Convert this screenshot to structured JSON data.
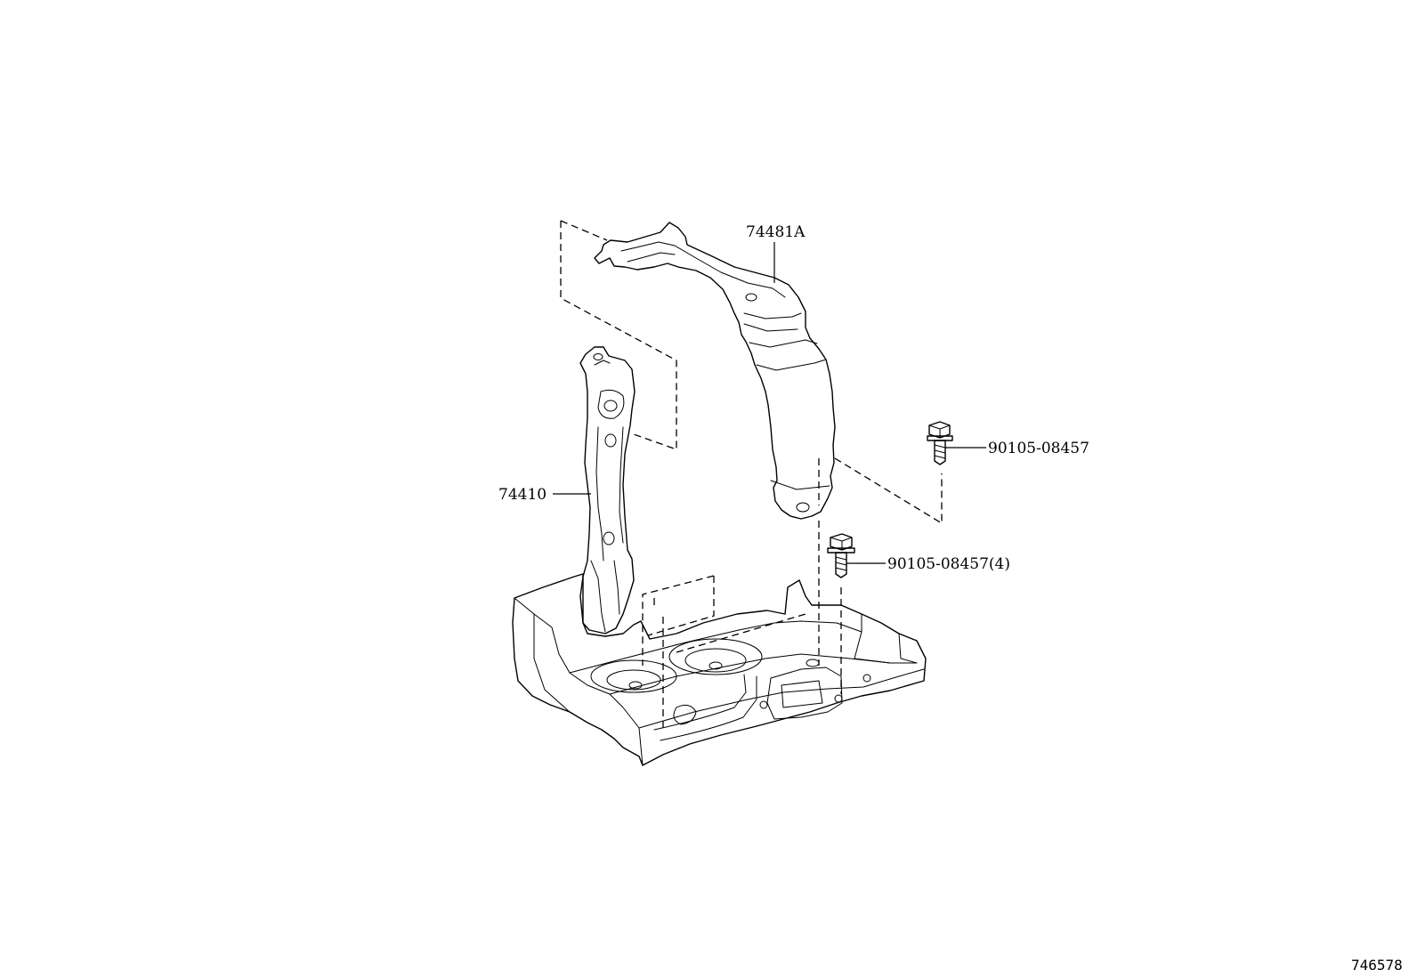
{
  "parts": {
    "hold_down_clamp": {
      "label": "74481A"
    },
    "battery_tray": {
      "label": "74410"
    },
    "bolt_upper": {
      "label": "90105-08457"
    },
    "bolt_lower": {
      "label": "90105-08457(4)"
    }
  },
  "diagram_number": "746578"
}
